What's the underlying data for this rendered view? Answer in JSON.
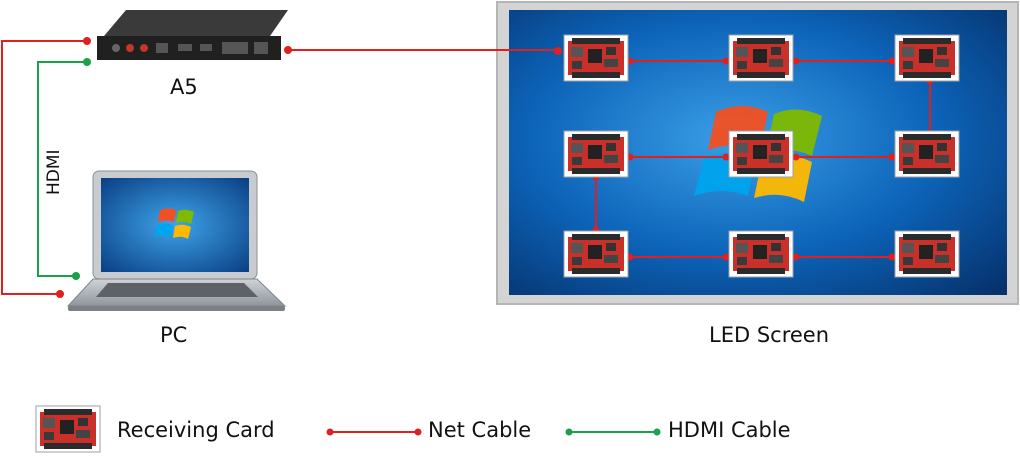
{
  "labels": {
    "controller": "A5",
    "pc": "PC",
    "led_screen": "LED Screen",
    "hdmi": "HDMI"
  },
  "legend": {
    "receiving_card": "Receiving Card",
    "net_cable": "Net Cable",
    "hdmi_cable": "HDMI Cable"
  },
  "colors": {
    "net_cable": "#e0201e",
    "hdmi_cable": "#1aa14a",
    "screen_frame": "#d9d9d9",
    "screen_bg": "#0a5fb0",
    "card": "#c9302a"
  },
  "icons": [
    "controller-box-icon",
    "laptop-icon",
    "receiving-card-icon",
    "windows-logo-icon"
  ]
}
